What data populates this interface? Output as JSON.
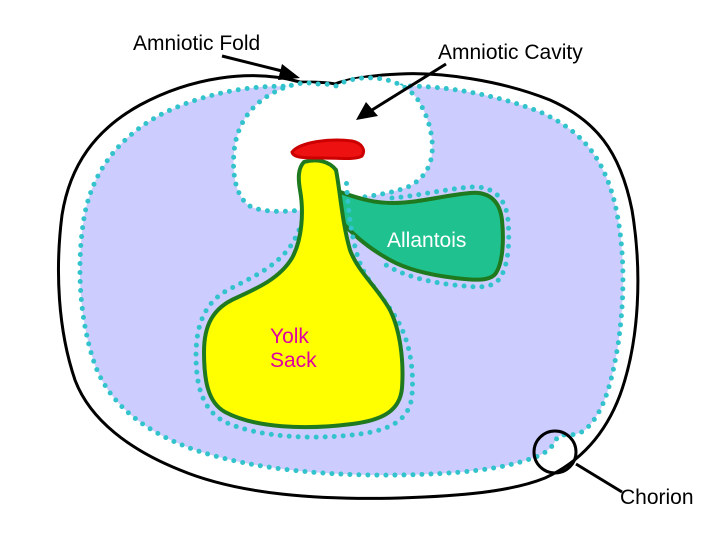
{
  "labels": {
    "amniotic_fold": "Amniotic Fold",
    "amniotic_cavity": "Amniotic Cavity",
    "allantois": "Allantois",
    "yolk_sack": "Yolk Sack",
    "chorion": "Chorion"
  },
  "colors": {
    "background": "#ffffff",
    "outline": "#000000",
    "chorionic_cavity_fill": "#ccccff",
    "membrane_dots": "#33c3cc",
    "yolk_fill": "#ffff00",
    "tissue_border": "#1f7a1f",
    "allantois_fill": "#1fc28e",
    "embryo_fill": "#ee1111",
    "yolk_label_text": "#e000a0",
    "label_text": "#000000"
  }
}
